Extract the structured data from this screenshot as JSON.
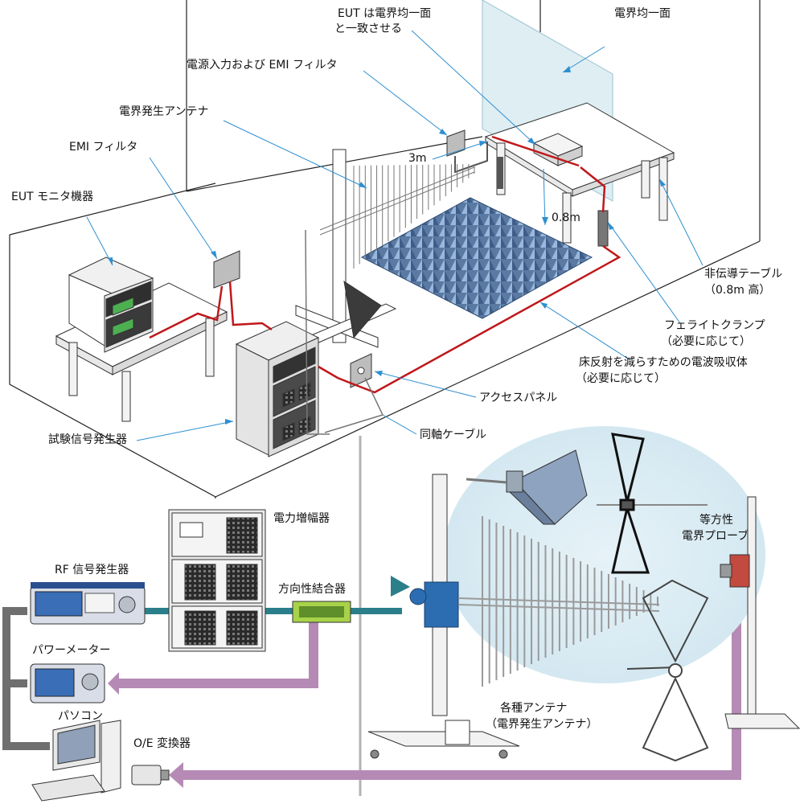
{
  "colors": {
    "leader": "#2f8fd0",
    "emi_cable": "#c0171b",
    "coax": "#2b7f8a",
    "optical": "#b58ab5",
    "field_plane": "#cfe7ee",
    "absorber": "#5f7ea6",
    "gray_cable": "#707070",
    "antenna_bubble": "#dfeef5",
    "mount_blue": "#2b6db0",
    "coupler": "#a8d24a",
    "divider": "#b3b3b3"
  },
  "labels": {
    "eut_align_1": "EUT は電界均一面",
    "eut_align_2": "と一致させる",
    "uniform_plane": "電界均一面",
    "power_input_emi": "電源入力および EMI フィルタ",
    "field_antenna": "電界発生アンテナ",
    "emi_filter": "EMI フィルタ",
    "eut_monitor": "EUT モニタ機器",
    "dist_3m": "3m",
    "height_08": "0.8m",
    "nonconductive_table_1": "非伝導テーブル",
    "nonconductive_table_2": "（0.8m 高）",
    "ferrite_1": "フェライトクランプ",
    "ferrite_2": "（必要に応じて）",
    "absorber_1": "床反射を減らすための電波吸収体",
    "absorber_2": "（必要に応じて）",
    "access_panel": "アクセスパネル",
    "test_signal_gen": "試験信号発生器",
    "coax_cable": "同軸ケーブル",
    "power_amp": "電力増幅器",
    "rf_sig_gen": "RF 信号発生器",
    "directional_coupler": "方向性結合器",
    "isotropic_1": "等方性",
    "isotropic_2": "電界プローブ",
    "power_meter": "パワーメーター",
    "pc": "パソコン",
    "oe_converter": "O/E 変換器",
    "antennas_1": "各種アンテナ",
    "antennas_2": "（電界発生アンテナ）"
  }
}
